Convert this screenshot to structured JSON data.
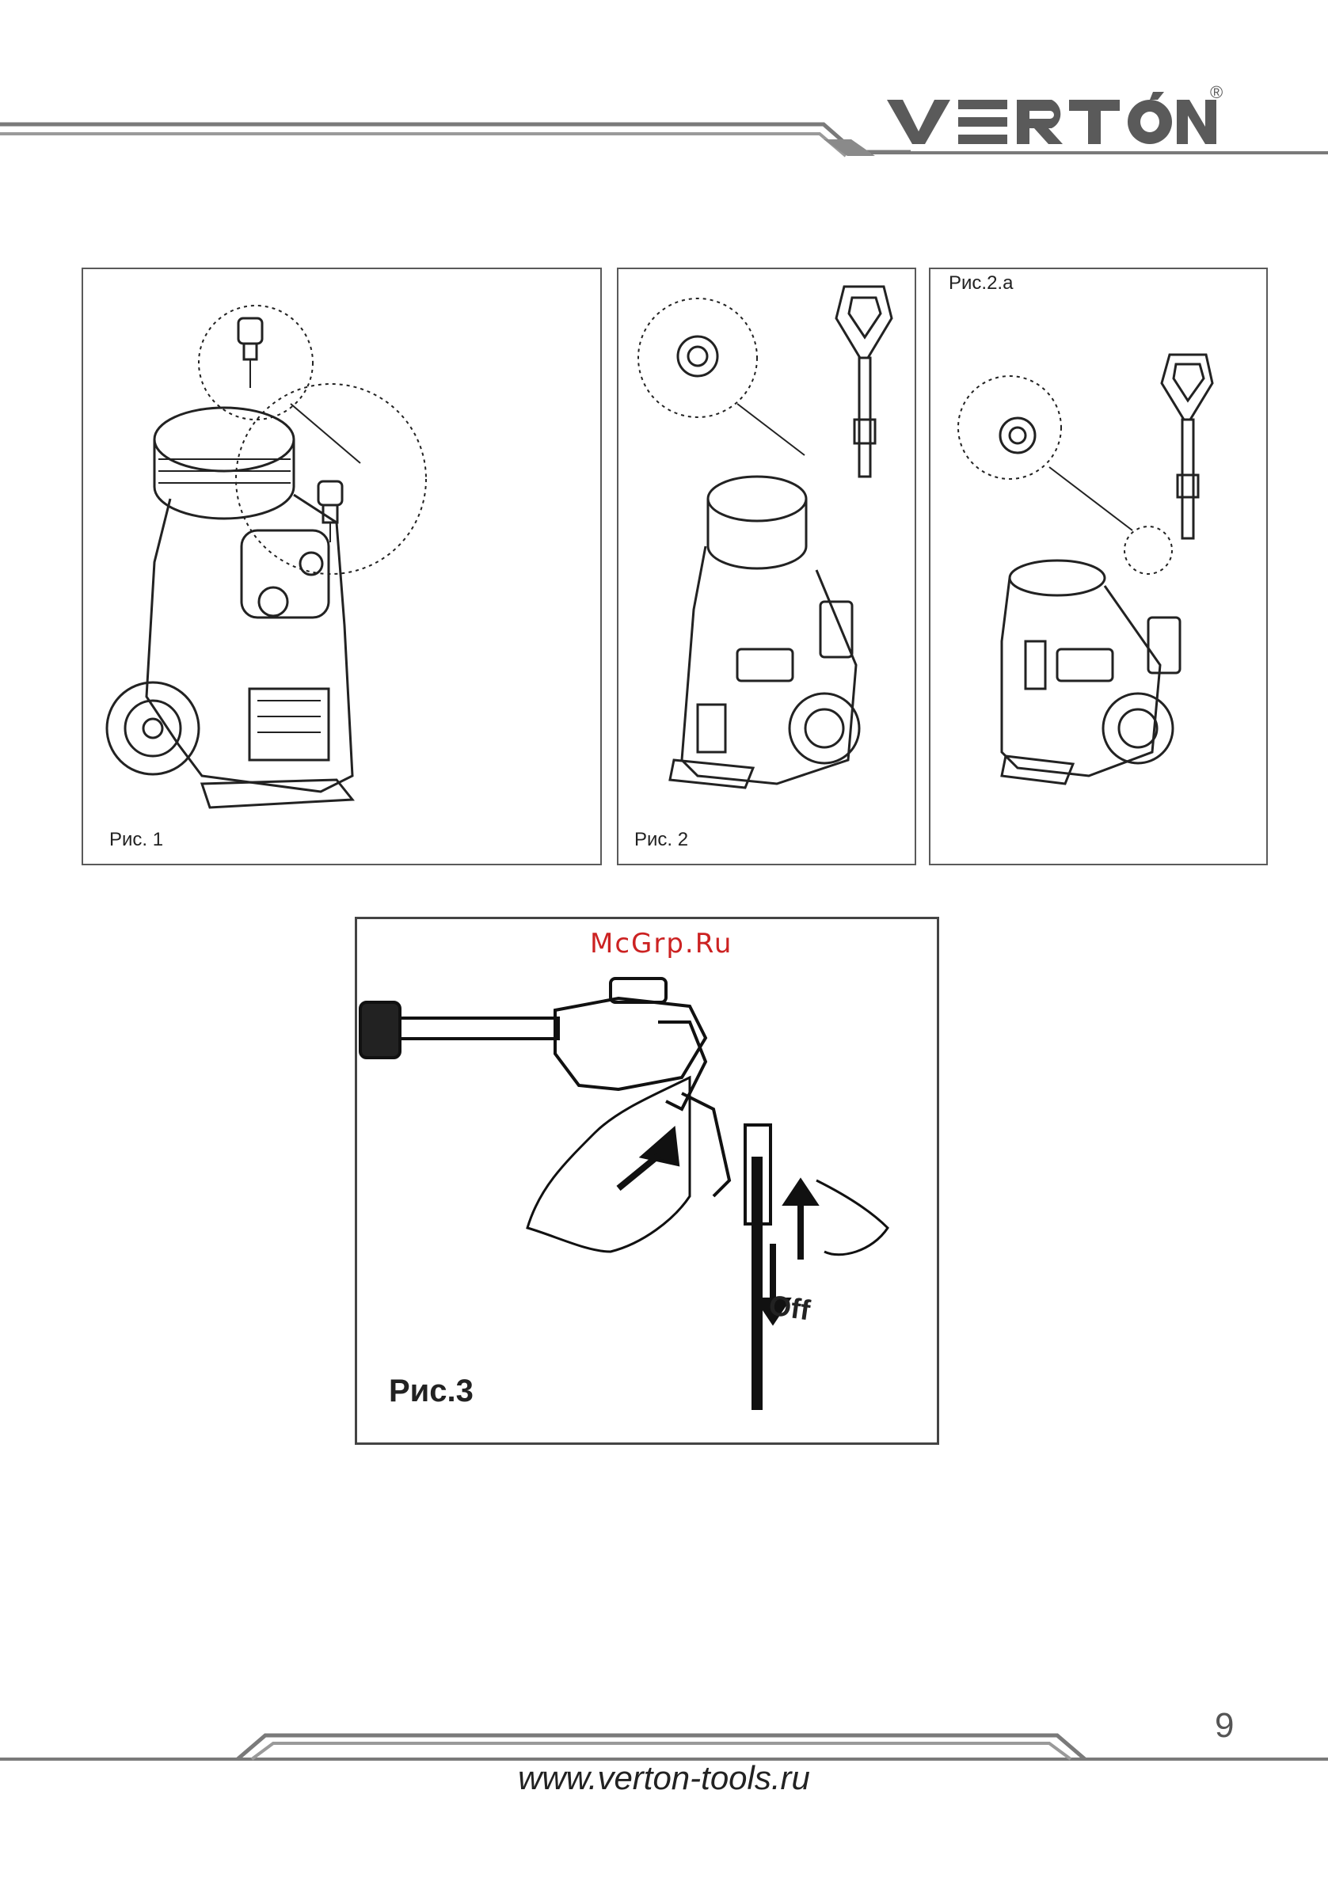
{
  "header": {
    "brand": "VERTON",
    "registered_mark": "®"
  },
  "figures": [
    {
      "caption": "Рис. 1"
    },
    {
      "caption": "Рис. 2"
    },
    {
      "caption": "Рис.2.а"
    },
    {
      "caption": "Рис.3",
      "label_off": "Off"
    }
  ],
  "watermark": "McGrp.Ru",
  "footer": {
    "page_number": "9",
    "website": "www.verton-tools.ru"
  },
  "colors": {
    "logo": "#5a5a5a",
    "lines": "#7a7a7a",
    "watermark": "#cc2222"
  }
}
